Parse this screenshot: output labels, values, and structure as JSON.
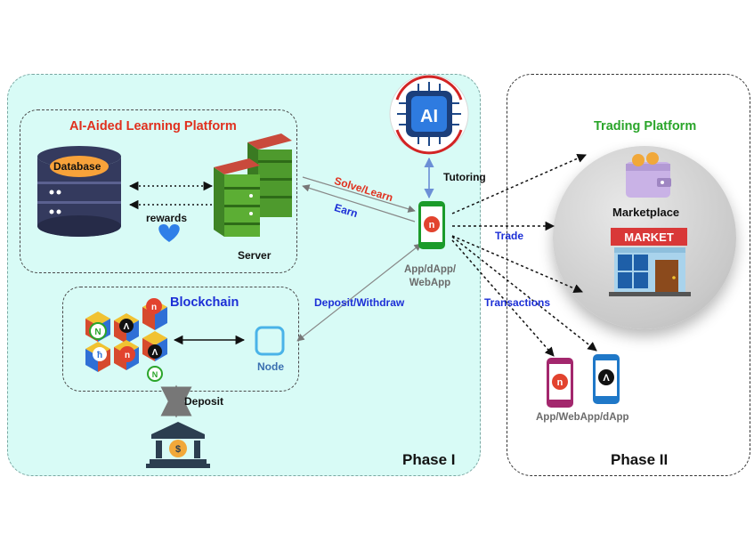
{
  "ai_platform": {
    "title": "AI-Aided Learning Platform",
    "database": "Database",
    "rewards": "rewards",
    "server": "Server"
  },
  "blockchain": {
    "title": "Blockchain",
    "node": "Node"
  },
  "connections": {
    "solve_learn": "Solve/Learn",
    "earn": "Earn",
    "tutoring": "Tutoring",
    "deposit_withdraw": "Deposit/Withdraw",
    "deposit": "Deposit",
    "trade": "Trade",
    "transactions": "Transactions"
  },
  "app": {
    "label_line1": "App/dApp/",
    "label_line2": "WebApp"
  },
  "ai_chip": {
    "label": "AI"
  },
  "trading": {
    "title": "Trading Platform",
    "marketplace": "Marketplace",
    "market_sign": "MARKET"
  },
  "phase2_apps": {
    "label": "App/WebApp/dApp"
  },
  "phases": {
    "phase1": "Phase I",
    "phase2": "Phase II"
  },
  "colors": {
    "ai_title": "#e0301e",
    "trading_title": "#2aa52a",
    "blue_label": "#1c2fd6",
    "gray_label": "#6b6b6b"
  }
}
